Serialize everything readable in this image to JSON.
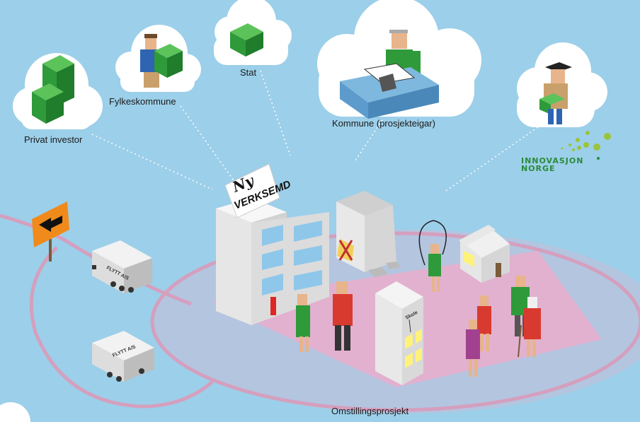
{
  "funders": {
    "private_investor": "Privat investor",
    "county": "Fylkeskommune",
    "state": "Stat",
    "municipality": "Kommune (prosjekteigar)"
  },
  "innovation": {
    "line1": "INNOVASJON",
    "line2": "NORGE"
  },
  "building_sign": {
    "script": "Ny",
    "text": "VERKSEMD"
  },
  "trucks": {
    "text": "FLYTT A/S"
  },
  "school": {
    "text": "Skole"
  },
  "project_label": "Omstillingsprosjekt",
  "colors": {
    "sky": "#9ccfe9",
    "cloud": "#ffffff",
    "ring": "#d59fbe",
    "money": "#2e9a3a",
    "innovation": "#2a8b3b",
    "road_sign": "#f08a1a"
  }
}
